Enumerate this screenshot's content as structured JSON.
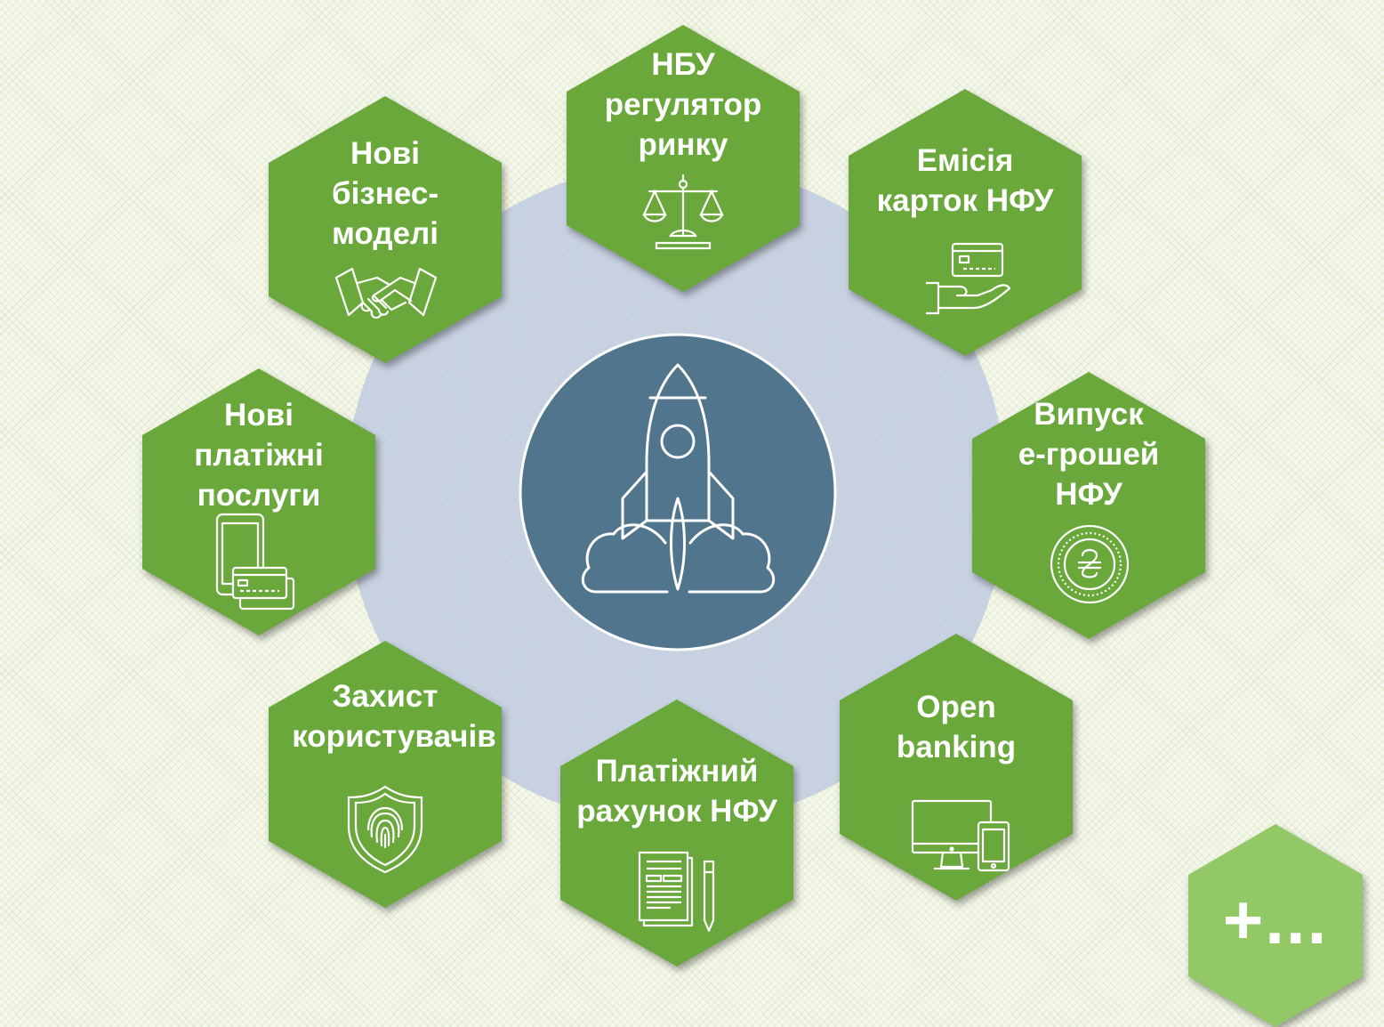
{
  "hexes": [
    {
      "id": "nbu",
      "label": [
        "НБУ",
        "регулятор",
        "ринку"
      ],
      "icon": "scales-icon"
    },
    {
      "id": "emission",
      "label": [
        "Емісія",
        "карток НФУ"
      ],
      "icon": "card-in-hand-icon"
    },
    {
      "id": "emoney",
      "label": [
        "Випуск",
        "е-грошей",
        "НФУ"
      ],
      "icon": "hryvnia-coin-icon"
    },
    {
      "id": "openbanking",
      "label": [
        "Open",
        "banking"
      ],
      "icon": "devices-icon"
    },
    {
      "id": "account",
      "label": [
        "Платіжний",
        "рахунок НФУ"
      ],
      "icon": "document-pen-icon"
    },
    {
      "id": "protection",
      "label": [
        "Захист",
        "користувачів"
      ],
      "icon": "fingerprint-shield-icon"
    },
    {
      "id": "payments",
      "label": [
        "Нові",
        "платіжні",
        "послуги"
      ],
      "icon": "phone-cards-icon"
    },
    {
      "id": "business",
      "label": [
        "Нові",
        "бізнес-",
        "моделі"
      ],
      "icon": "handshake-icon"
    }
  ],
  "more": "+...",
  "center_icon": "rocket-icon",
  "colors": {
    "hex": "#6aa83c",
    "hex_light": "#92c866",
    "center_circle": "#50758c",
    "backdrop": "#bfcbe0"
  }
}
